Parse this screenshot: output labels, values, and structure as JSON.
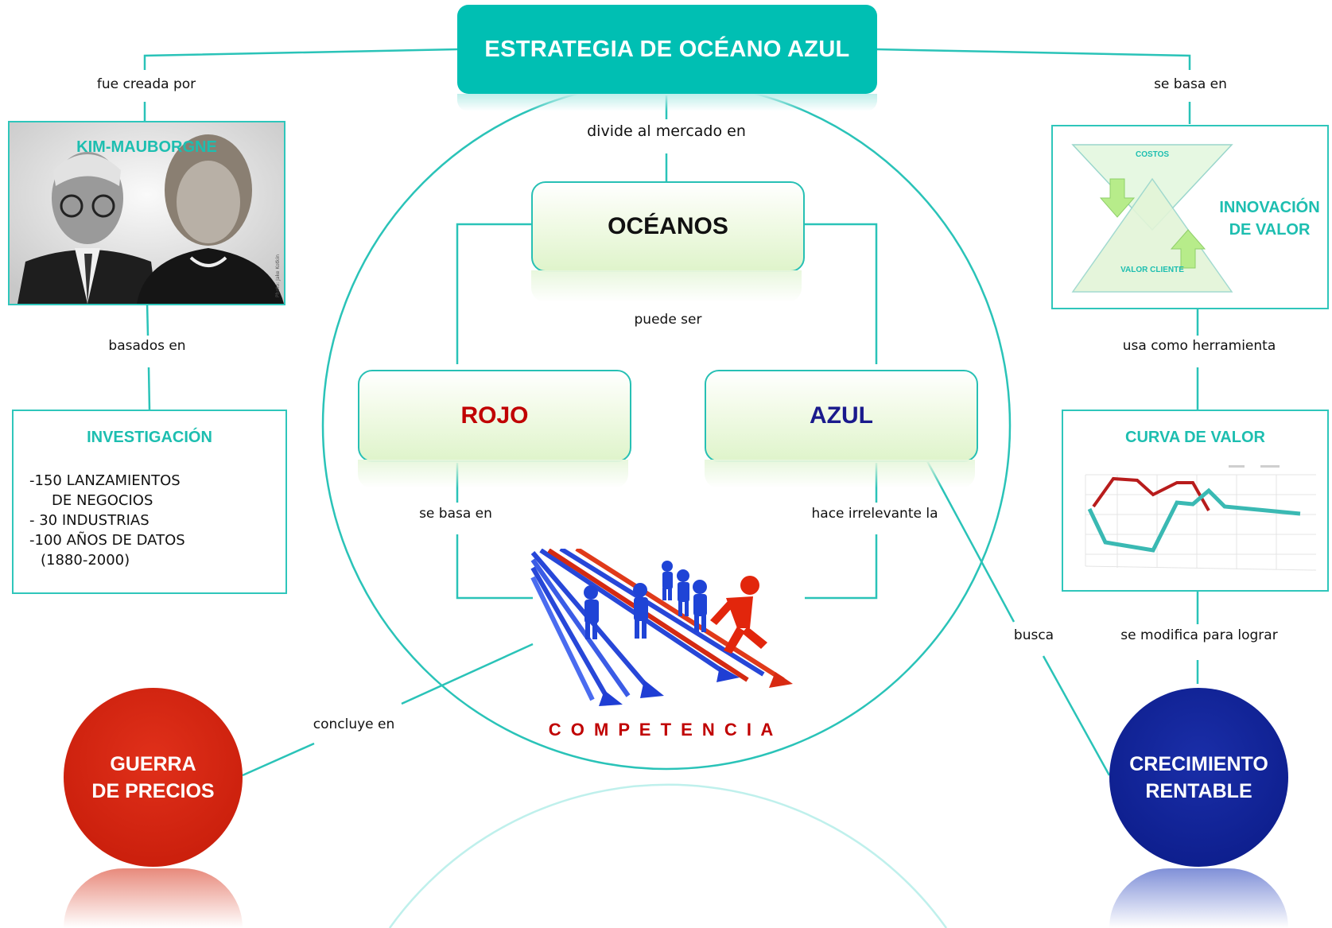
{
  "title": "ESTRATEGIA DE OCÉANO AZUL",
  "nodes": {
    "oceanos": "OCÉANOS",
    "rojo": "ROJO",
    "azul": "AZUL"
  },
  "connectors": {
    "fue_creada_por": "fue creada por",
    "basados_en": "basados en",
    "divide_al_mercado_en": "divide al mercado en",
    "puede_ser": "puede ser",
    "se_basa_en_left": "se basa en",
    "hace_irrelevante_la": "hace irrelevante la",
    "concluye_en": "concluye en",
    "busca": "busca",
    "se_basa_en_right": "se basa en",
    "usa_como_herramienta": "usa como herramienta",
    "se_modifica_para_lograr": "se modifica para lograr"
  },
  "kim": {
    "title": "KIM-MAUBORGNE",
    "photo_credit": "Photo: Jake Kotkin"
  },
  "investigacion": {
    "title": "INVESTIGACIÓN",
    "lines": [
      "-150 LANZAMIENTOS",
      "DE NEGOCIOS",
      "- 30 INDUSTRIAS",
      "-100 AÑOS DE DATOS",
      "(1880-2000)"
    ]
  },
  "innovacion": {
    "title_line1": "INNOVACIÓN",
    "title_line2": "DE VALOR",
    "costos": "COSTOS",
    "valor_cliente": "VALOR CLIENTE"
  },
  "curva": {
    "title": "CURVA DE VALOR"
  },
  "competencia": "C O M P E T E N C I A",
  "guerra": {
    "line1": "GUERRA",
    "line2": "DE PRECIOS"
  },
  "crecimiento": {
    "line1": "CRECIMIENTO",
    "line2": "RENTABLE"
  },
  "colors": {
    "teal": "#00bfb3",
    "rojo": "#c00000",
    "azul": "#1a1a8c",
    "guerra": "#cc1a0a",
    "crecimiento": "#0c1c8c"
  }
}
